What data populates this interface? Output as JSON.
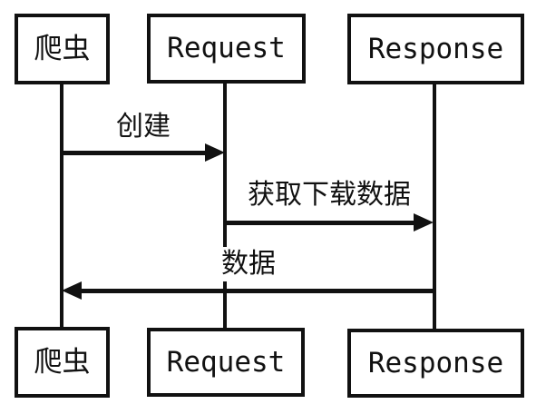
{
  "diagram": {
    "type": "sequence",
    "colors": {
      "line": "#111111",
      "background": "#ffffff"
    },
    "actors": [
      {
        "id": "crawler",
        "label": "爬虫"
      },
      {
        "id": "request",
        "label": "Request"
      },
      {
        "id": "response",
        "label": "Response"
      }
    ],
    "messages": [
      {
        "label": "创建",
        "from": "crawler",
        "to": "request",
        "direction": "right"
      },
      {
        "label": "获取下载数据",
        "from": "request",
        "to": "response",
        "direction": "right"
      },
      {
        "label": "数据",
        "from": "response",
        "to": "crawler",
        "direction": "left"
      }
    ]
  }
}
